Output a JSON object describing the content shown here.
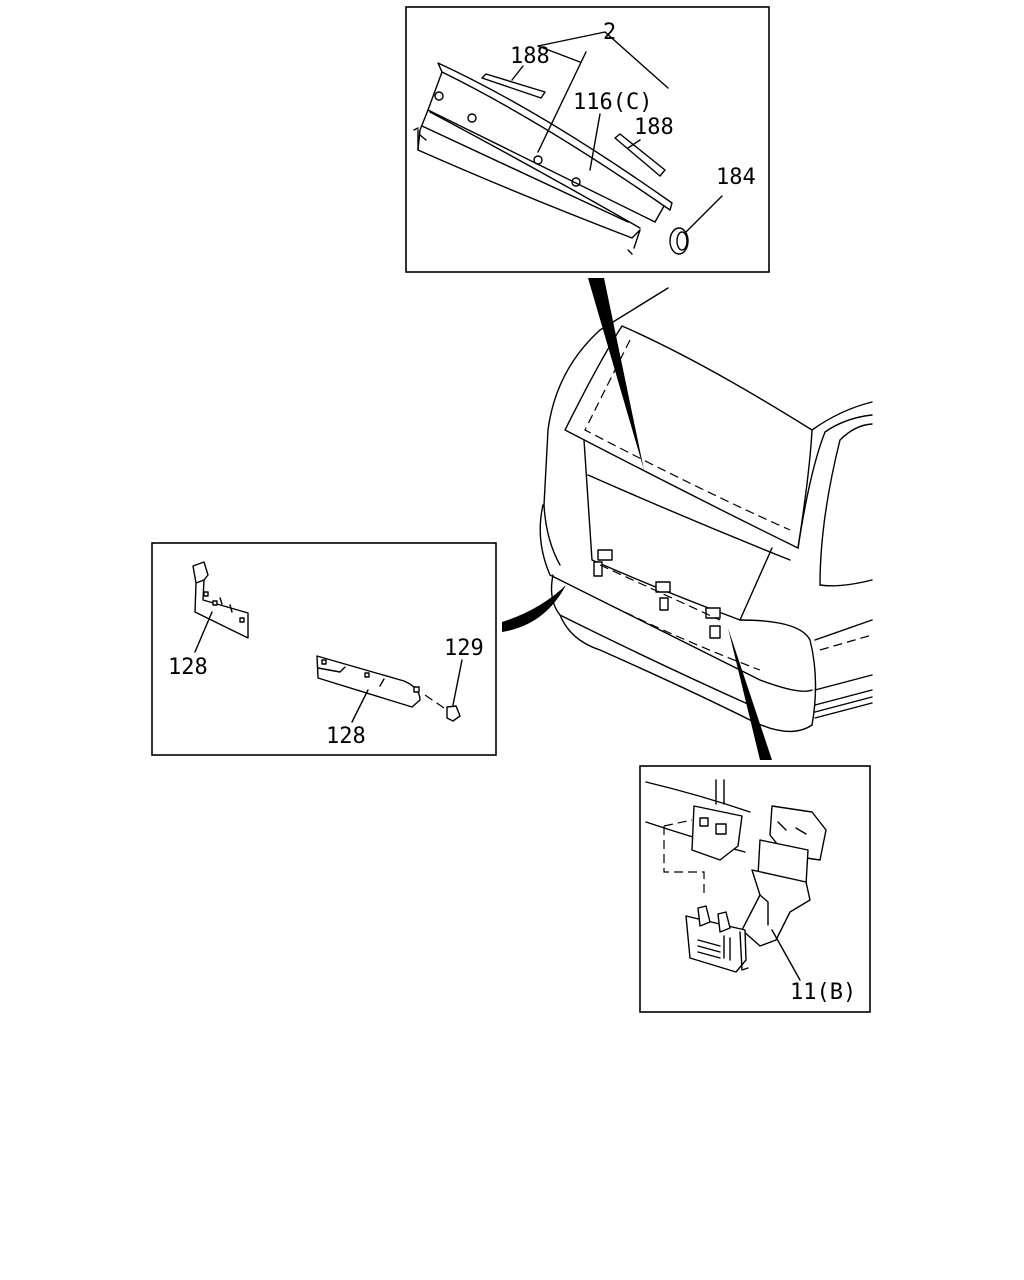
{
  "diagram": {
    "callouts": {
      "top": {
        "part_2": "2",
        "part_188_left": "188",
        "part_116c": "116(C)",
        "part_188_right": "188",
        "part_184": "184"
      },
      "left": {
        "part_128_upper": "128",
        "part_129": "129",
        "part_128_lower": "128"
      },
      "bottom_right": {
        "part_11b": "11(B)"
      }
    }
  }
}
